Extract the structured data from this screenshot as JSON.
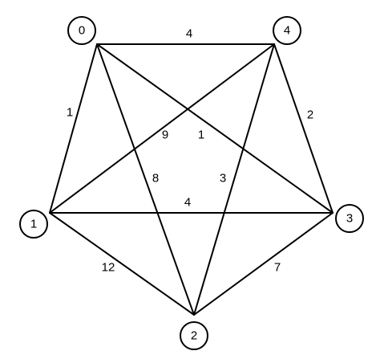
{
  "graph": {
    "nodes": [
      {
        "id": "0",
        "label": "0"
      },
      {
        "id": "1",
        "label": "1"
      },
      {
        "id": "2",
        "label": "2"
      },
      {
        "id": "3",
        "label": "3"
      },
      {
        "id": "4",
        "label": "4"
      }
    ],
    "edges": [
      {
        "from": "0",
        "to": "4",
        "weight": "4"
      },
      {
        "from": "0",
        "to": "1",
        "weight": "1"
      },
      {
        "from": "0",
        "to": "2",
        "weight": "8"
      },
      {
        "from": "0",
        "to": "3",
        "weight": "1"
      },
      {
        "from": "4",
        "to": "1",
        "weight": "9"
      },
      {
        "from": "4",
        "to": "2",
        "weight": "3"
      },
      {
        "from": "4",
        "to": "3",
        "weight": "2"
      },
      {
        "from": "1",
        "to": "3",
        "weight": "4"
      },
      {
        "from": "1",
        "to": "2",
        "weight": "12"
      },
      {
        "from": "2",
        "to": "3",
        "weight": "7"
      }
    ]
  }
}
